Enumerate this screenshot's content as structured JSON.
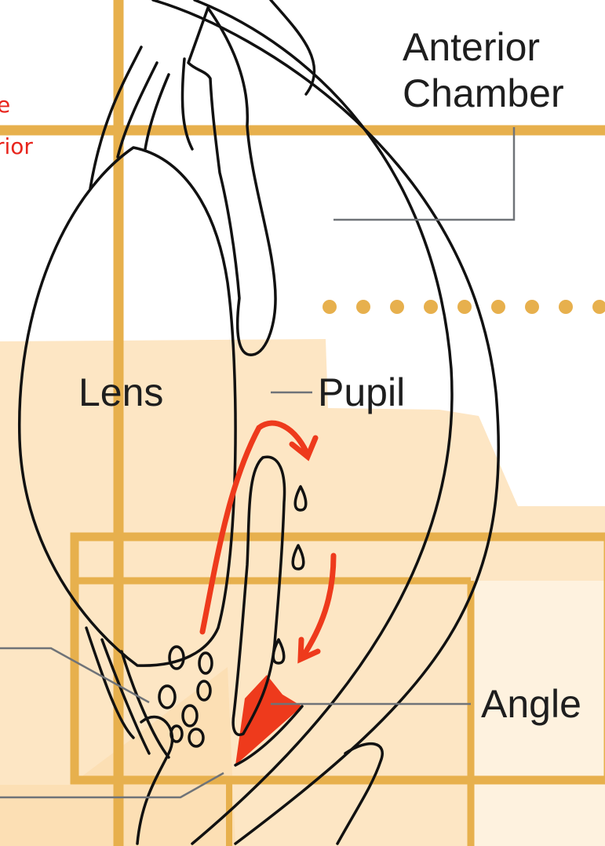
{
  "diagram": {
    "labels": {
      "anterior_line1": "Anterior",
      "anterior_line2": "Chamber",
      "lens": "Lens",
      "pupil": "Pupil",
      "angle": "Angle",
      "cropped_red_1": "e",
      "cropped_red_2": "rior"
    },
    "colors": {
      "grid_lines": "#e7b04d",
      "light_fill": "#fde6c4",
      "pale_fill": "#fef0dc",
      "flow_arrows": "#ee3a1c",
      "outline": "#111111",
      "leader_lines": "#6f7378"
    }
  }
}
